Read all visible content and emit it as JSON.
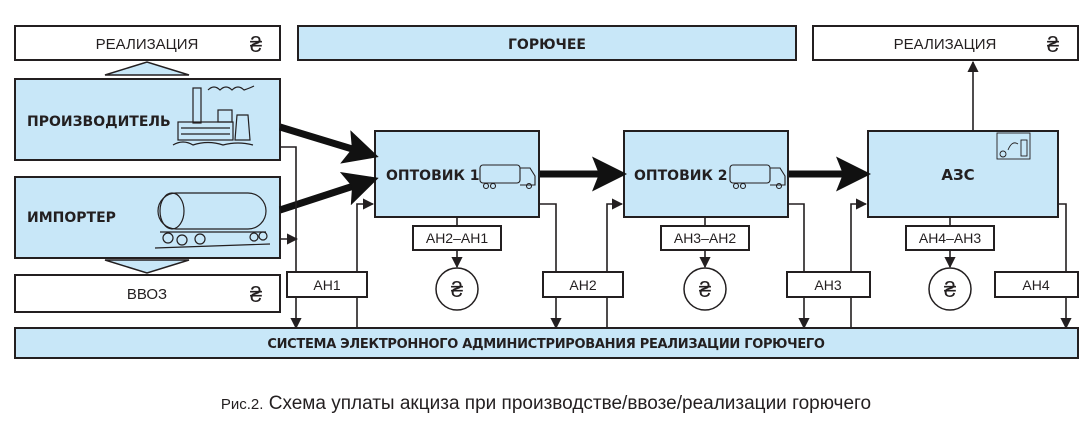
{
  "diagram": {
    "top": {
      "realization_left": "РЕАЛИЗАЦИЯ",
      "fuel": "ГОРЮЧЕЕ",
      "realization_right": "РЕАЛИЗАЦИЯ"
    },
    "entities": {
      "producer": "ПРОИЗВОДИТЕЛЬ",
      "importer": "ИМПОРТЕР",
      "import_box": "ВВОЗ",
      "wholesaler1": "ОПТОВИК 1",
      "wholesaler2": "ОПТОВИК 2",
      "gas_station": "АЗС"
    },
    "flows": {
      "ah1": "АН1",
      "ah2": "АН2",
      "ah3": "АН3",
      "ah4": "АН4",
      "ah2_ah1": "АН2–АН1",
      "ah3_ah2": "АН3–АН2",
      "ah4_ah3": "АН4–АН3"
    },
    "system": "СИСТЕМА ЭЛЕКТРОННОГО АДМИНИСТРИРОВАНИЯ РЕАЛИЗАЦИИ ГОРЮЧЕГО",
    "currency_symbol": "₴",
    "colors": {
      "fill": "#c8e7f8",
      "stroke": "#231f20"
    }
  },
  "caption": {
    "prefix": "Рис.2.",
    "text": " Схема уплаты акциза при производстве/ввозе/реализации горючего"
  }
}
